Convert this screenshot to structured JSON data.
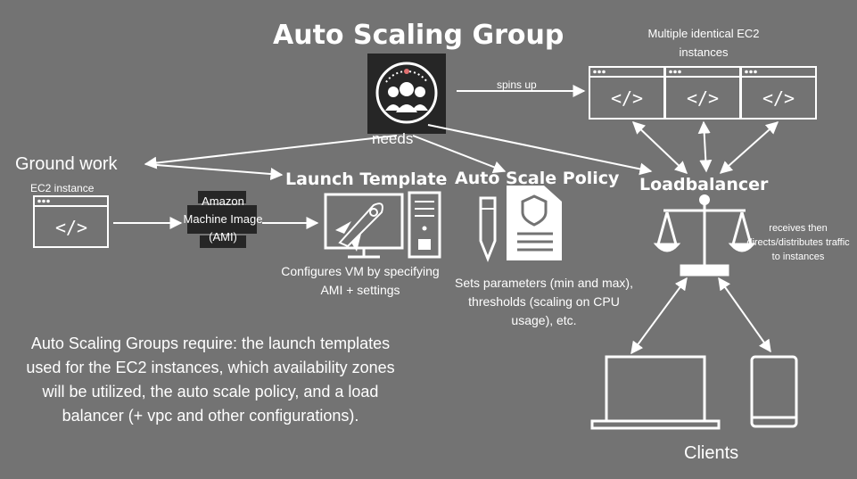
{
  "title": "Auto Scaling Group",
  "instances_label": "Multiple identical EC2 instances",
  "spins_up": "spins up",
  "needs": "needs",
  "ground_work": "Ground work",
  "ec2_instance": "EC2 instance",
  "ami_label": "Amazon Machine Image (AMI)",
  "launch_template": "Launch Template",
  "launch_template_desc": "Configures VM by specifying AMI + settings",
  "auto_scale_policy": "Auto Scale Policy",
  "policy_desc": "Sets parameters (min and max), thresholds (scaling on CPU usage), etc.",
  "loadbalancer": "Loadbalancer",
  "lb_desc": "receives then directs/distributes traffic to instances",
  "clients": "Clients",
  "summary": "Auto Scaling Groups require: the launch templates used for the EC2 instances, which availability zones will be utilized, the auto scale policy, and a load balancer (+ vpc and other configurations).",
  "code_glyph": "</>",
  "colors": {
    "background": "#737373",
    "foreground": "#ffffff",
    "icon_box": "#262626"
  }
}
